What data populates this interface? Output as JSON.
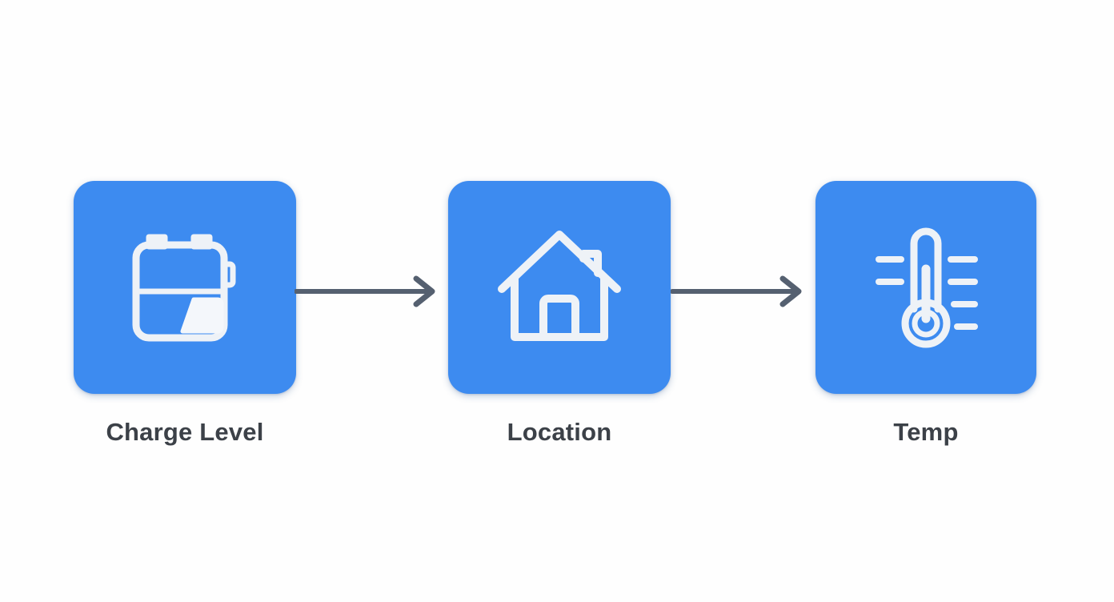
{
  "diagram": {
    "title": "",
    "type": "horizontal-flow",
    "background_color": "#fefefe",
    "tile_color": "#3d8bf0",
    "icon_color": "#eef2f7",
    "label_color": "#3c4148",
    "arrow_color": "#556070",
    "nodes": [
      {
        "id": "charge-level",
        "label": "Charge Level",
        "icon": "battery-charge-icon"
      },
      {
        "id": "location",
        "label": "Location",
        "icon": "house-icon"
      },
      {
        "id": "temp",
        "label": "Temp",
        "icon": "thermometer-icon"
      }
    ],
    "connectors": [
      {
        "id": "arrow-1",
        "from": "charge-level",
        "to": "location",
        "style": "arrow-right"
      },
      {
        "id": "arrow-2",
        "from": "location",
        "to": "temp",
        "style": "arrow-right"
      }
    ]
  }
}
